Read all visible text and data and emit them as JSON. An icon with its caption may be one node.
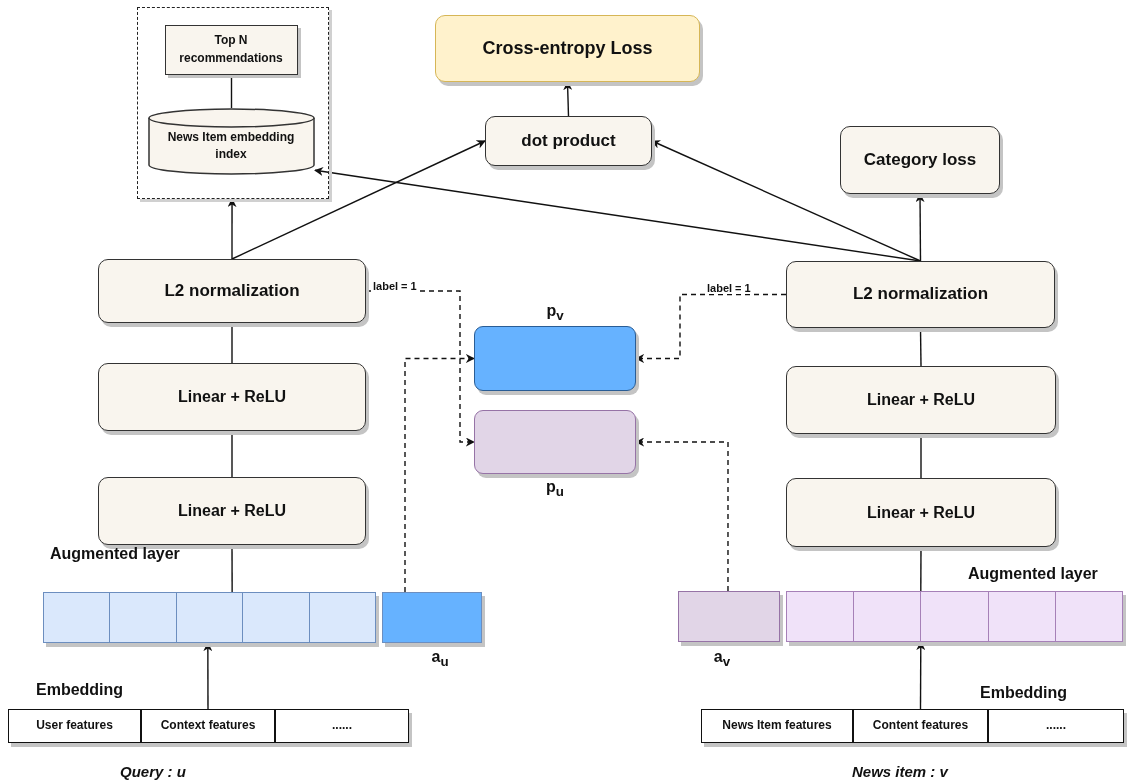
{
  "diagram": {
    "nodes": [
      {
        "text": [],
        "shape": "box"
      },
      {
        "text": [
          "Top N recommendations"
        ],
        "in": 0
      },
      {
        "text": [
          "News Item embedding index"
        ],
        "in": 0
      },
      {
        "text": [
          "Cross-entropy Loss"
        ]
      },
      {
        "text": [
          "dot product"
        ]
      },
      {
        "text": [
          "Category loss"
        ]
      },
      {
        "text": [
          "L2 normalization"
        ]
      },
      {
        "text": [
          "L2 normalization"
        ]
      },
      {
        "text": [],
        "shape": "box",
        "beside": [
          "p$_{v}$"
        ]
      },
      {
        "text": [
          "Linear + ReLU"
        ]
      },
      {
        "text": [
          "Linear + ReLU"
        ]
      },
      {
        "text": [],
        "shape": "box",
        "beside": [
          "p$_{u}$"
        ]
      },
      {
        "text": [
          "Linear + ReLU"
        ]
      },
      {
        "text": [
          "Linear + ReLU"
        ]
      },
      {
        "text": [],
        "shape": "bar"
      },
      {
        "text": [],
        "shape": "box",
        "beside": [
          "a$_{u}$"
        ]
      },
      {
        "text": [],
        "shape": "box",
        "beside": [
          "a$_{v}$"
        ]
      },
      {
        "text": [],
        "shape": "bar"
      },
      {
        "text": [
          "User features"
        ]
      },
      {
        "text": [
          "Context features"
        ]
      },
      {
        "text": [
          "......"
        ]
      },
      {
        "text": [
          "News Item features"
        ]
      },
      {
        "text": [
          "Content features"
        ]
      },
      {
        "text": [
          "......"
        ]
      }
    ],
    "edges": [
      {
        "from": 6,
        "to": 0,
        "arrow": "to"
      },
      {
        "from": 6,
        "to": 4,
        "arrow": "to"
      },
      {
        "from": 7,
        "to": 4,
        "arrow": "to"
      },
      {
        "from": 7,
        "to": 2,
        "arrow": "to"
      },
      {
        "from": 7,
        "to": 5,
        "arrow": "to"
      },
      {
        "from": 4,
        "to": 3,
        "arrow": "to"
      },
      {
        "from": 1,
        "to": 2,
        "arrow": "none"
      },
      {
        "from": 9,
        "to": 6,
        "arrow": "none"
      },
      {
        "from": 12,
        "to": 9,
        "arrow": "none"
      },
      {
        "from": 14,
        "to": 12,
        "arrow": "none"
      },
      {
        "from": 19,
        "to": 14,
        "arrow": "to"
      },
      {
        "from": 10,
        "to": 7,
        "arrow": "none"
      },
      {
        "from": 13,
        "to": 10,
        "arrow": "none"
      },
      {
        "from": 17,
        "to": 13,
        "arrow": "none"
      },
      {
        "from": 22,
        "to": 17,
        "arrow": "to"
      },
      {
        "from": 6,
        "to": 11,
        "arrow": "to",
        "style": "dashed",
        "label": "label = 1"
      },
      {
        "from": 15,
        "to": 8,
        "arrow": "to",
        "style": "dashed"
      },
      {
        "from": 7,
        "to": 8,
        "arrow": "to",
        "style": "dashed",
        "label": "label = 1"
      },
      {
        "from": 16,
        "to": 11,
        "arrow": "to",
        "style": "dashed"
      }
    ],
    "labels": [
      "Augmented layer",
      "Augmented layer",
      "Embedding",
      "Embedding",
      "Query : u",
      "News item : v"
    ]
  }
}
